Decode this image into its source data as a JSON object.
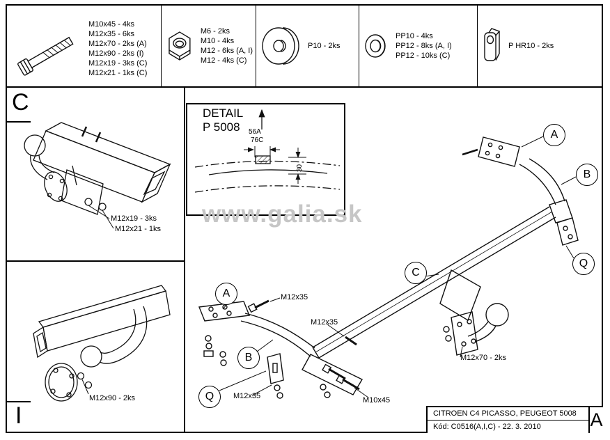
{
  "colors": {
    "line": "#111111",
    "watermark": "#c6c6c6"
  },
  "header": {
    "bolt": {
      "lines": [
        "M10x45 - 4ks",
        "M12x35 - 6ks",
        "M12x70 - 2ks (A)",
        "M12x90 - 2ks (I)",
        "M12x19 - 3ks (C)",
        "M12x21 - 1ks (C)"
      ]
    },
    "nut": {
      "lines": [
        "M6 - 2ks",
        "M10 - 4ks",
        "M12 - 6ks (A, I)",
        "M12 - 4ks (C)"
      ]
    },
    "flat_washer": {
      "lines": [
        "P10 - 2ks"
      ]
    },
    "spring_washer": {
      "lines": [
        "PP10 - 4ks",
        "PP12 - 8ks (A, I)",
        "PP12 - 10ks (C)"
      ]
    },
    "spacer": {
      "lines": [
        "P HR10 - 2ks"
      ]
    }
  },
  "panel_c": {
    "letter": "C",
    "label_1": "M12x19 - 3ks",
    "label_2": "M12x21 - 1ks"
  },
  "panel_i": {
    "letter": "I",
    "label": "M12x90 - 2ks"
  },
  "detail": {
    "title": "DETAIL",
    "subtitle": "P 5008",
    "dim_width_a": "56A",
    "dim_width_c": "76C",
    "dim_height": "30"
  },
  "main": {
    "watermark": "www.galia.sk",
    "balloons": {
      "a_top": "A",
      "b_top": "B",
      "q_right": "Q",
      "c_mid": "C",
      "a_left": "A",
      "b_left": "B",
      "q_left": "Q"
    },
    "labels": {
      "m12x35_top": "M12x35",
      "m12x35_mid": "M12x35",
      "m12x35_bottom": "M12x35",
      "m12x70": "M12x70 - 2ks",
      "m10x45": "M10x45"
    }
  },
  "title_block": {
    "model": "CITROEN C4 PICASSO, PEUGEOT 5008",
    "code": "Kód: C0516(A,I,C) - 22. 3. 2010",
    "corner_letter": "A"
  }
}
